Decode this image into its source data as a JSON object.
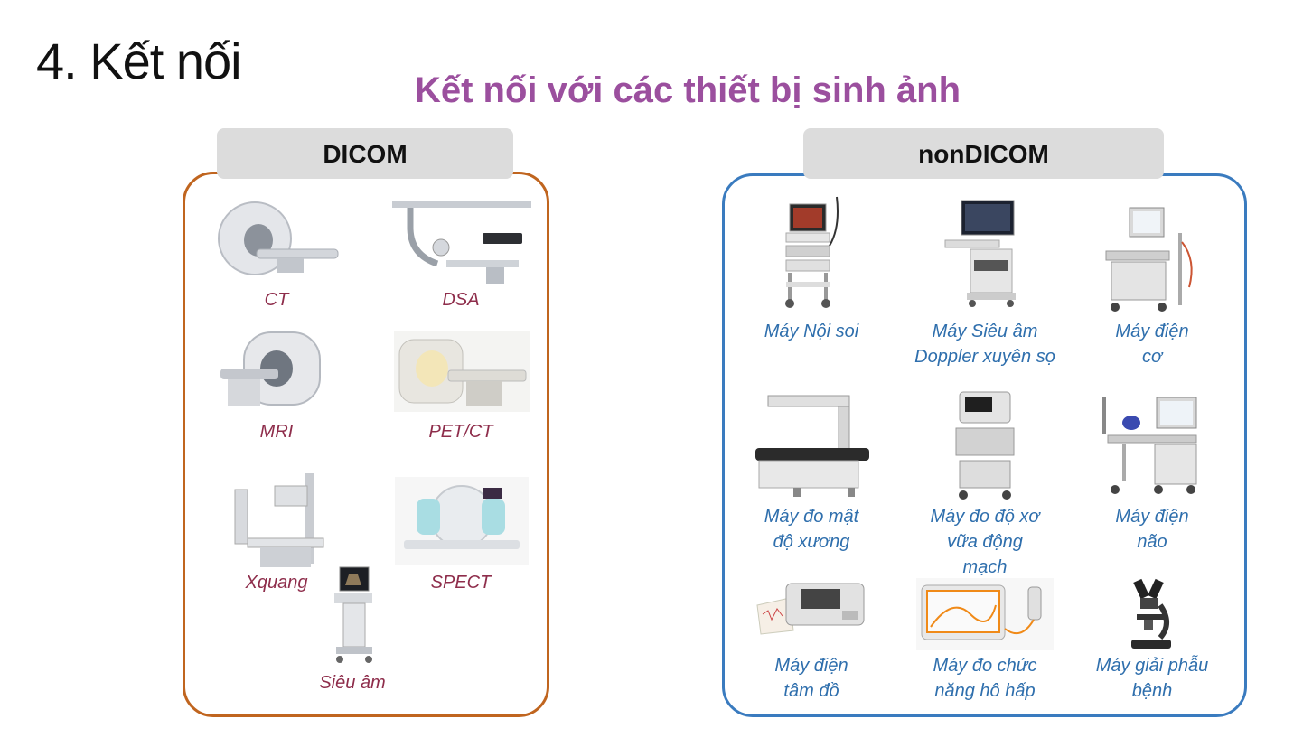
{
  "slide": {
    "title": "4. Kết nối",
    "subtitle": "Kết nối với các thiết bị sinh ảnh"
  },
  "dicom": {
    "header": "DICOM",
    "items": [
      {
        "label": "CT",
        "icon": "ct-scanner-icon"
      },
      {
        "label": "DSA",
        "icon": "dsa-angiography-icon"
      },
      {
        "label": "MRI",
        "icon": "mri-scanner-icon"
      },
      {
        "label": "PET/CT",
        "icon": "pet-ct-scanner-icon"
      },
      {
        "label": "Xquang",
        "icon": "xray-machine-icon"
      },
      {
        "label": "SPECT",
        "icon": "spect-scanner-icon"
      },
      {
        "label": "Siêu âm",
        "icon": "ultrasound-machine-icon"
      }
    ]
  },
  "nondicom": {
    "header": "nonDICOM",
    "items": [
      {
        "label": "Máy Nội soi",
        "icon": "endoscope-tower-icon"
      },
      {
        "label": "Máy Siêu âm\nDoppler xuyên sọ",
        "icon": "doppler-cart-icon"
      },
      {
        "label": "Máy điện\ncơ",
        "icon": "emg-cart-icon"
      },
      {
        "label": "Máy đo mật\nđộ xương",
        "icon": "bone-densitometer-icon"
      },
      {
        "label": "Máy đo độ xơ\nvữa động\nmạch",
        "icon": "arteriosclerosis-device-icon"
      },
      {
        "label": "Máy điện\nnão",
        "icon": "eeg-cart-icon"
      },
      {
        "label": "Máy điện\ntâm đồ",
        "icon": "ecg-machine-icon"
      },
      {
        "label": "Máy đo chức\nnăng hô hấp",
        "icon": "spirometer-icon"
      },
      {
        "label": "Máy giải phẫu\nbệnh",
        "icon": "microscope-icon"
      }
    ]
  },
  "colors": {
    "subtitle": "#9b4f9e",
    "dicom_border": "#c0651f",
    "nondicom_border": "#3a7bbf",
    "dicom_label": "#8e2d4b",
    "nondicom_label": "#2f6fad"
  }
}
